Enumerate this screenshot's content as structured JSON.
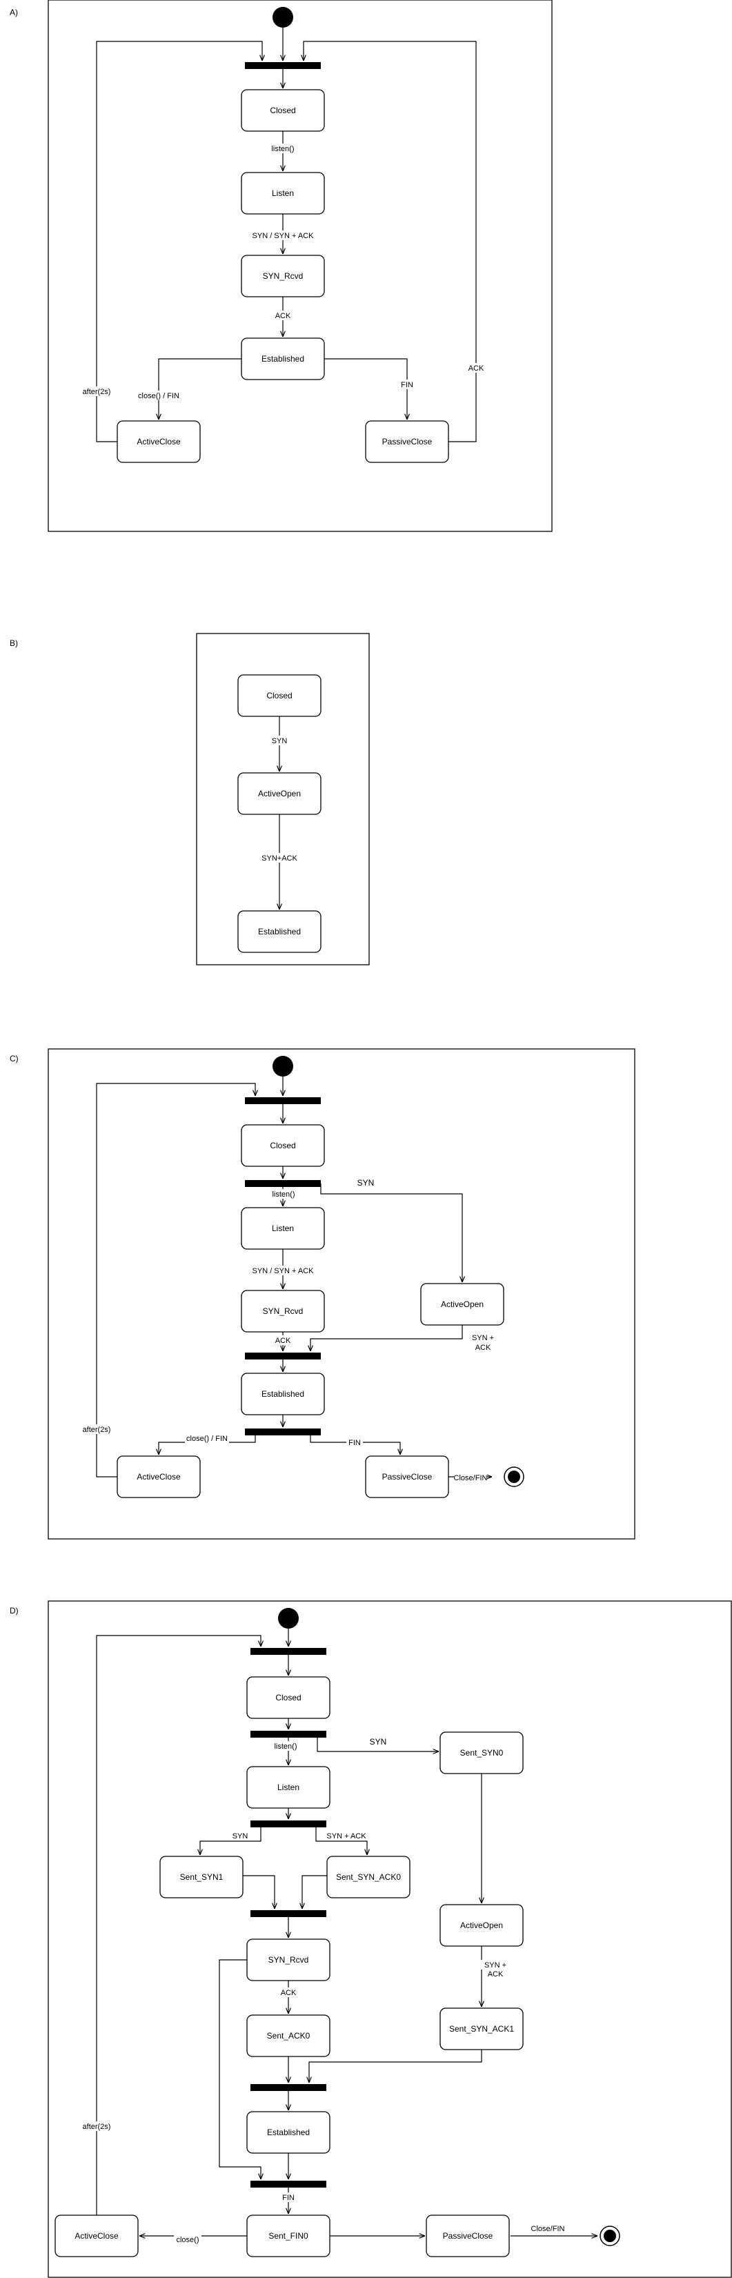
{
  "diagrams": {
    "a": {
      "tag": "A)",
      "states": {
        "closed": "Closed",
        "listen": "Listen",
        "syn_rcvd": "SYN_Rcvd",
        "established": "Established",
        "active_close": "ActiveClose",
        "passive_close": "PassiveClose"
      },
      "labels": {
        "listen": "listen()",
        "syn": "SYN / SYN + ACK",
        "ack": "ACK",
        "close": "close() / FIN",
        "fin": "FIN",
        "after": "after(2s)",
        "ack_right": "ACK"
      }
    },
    "b": {
      "tag": "B)",
      "states": {
        "closed": "Closed",
        "active_open": "ActiveOpen",
        "established": "Established"
      },
      "labels": {
        "syn": "SYN",
        "synack": "SYN+ACK"
      }
    },
    "c": {
      "tag": "C)",
      "states": {
        "closed": "Closed",
        "listen": "Listen",
        "syn_rcvd": "SYN_Rcvd",
        "active_open": "ActiveOpen",
        "established": "Established",
        "active_close": "ActiveClose",
        "passive_close": "PassiveClose"
      },
      "labels": {
        "listen": "listen()",
        "syn_top": "SYN",
        "synsynack": "SYN / SYN + ACK",
        "ack": "ACK",
        "synack1": "SYN +",
        "synack2": "ACK",
        "close": "close() / FIN",
        "fin": "FIN",
        "after": "after(2s)",
        "closefin": "Close/FIN"
      }
    },
    "d": {
      "tag": "D)",
      "states": {
        "closed": "Closed",
        "listen": "Listen",
        "sent_syn0": "Sent_SYN0",
        "sent_syn1": "Sent_SYN1",
        "sent_syn_ack0": "Sent_SYN_ACK0",
        "active_open": "ActiveOpen",
        "syn_rcvd": "SYN_Rcvd",
        "sent_ack0": "Sent_ACK0",
        "sent_syn_ack1": "Sent_SYN_ACK1",
        "established": "Established",
        "sent_fin0": "Sent_FIN0",
        "active_close": "ActiveClose",
        "passive_close": "PassiveClose"
      },
      "labels": {
        "syn_top": "SYN",
        "listen": "listen()",
        "syn_left": "SYN",
        "synack": "SYN + ACK",
        "ack": "ACK",
        "synack1": "SYN +",
        "synack2": "ACK",
        "after": "after(2s)",
        "fin": "FIN",
        "close": "close()",
        "closefin": "Close/FIN"
      }
    }
  }
}
